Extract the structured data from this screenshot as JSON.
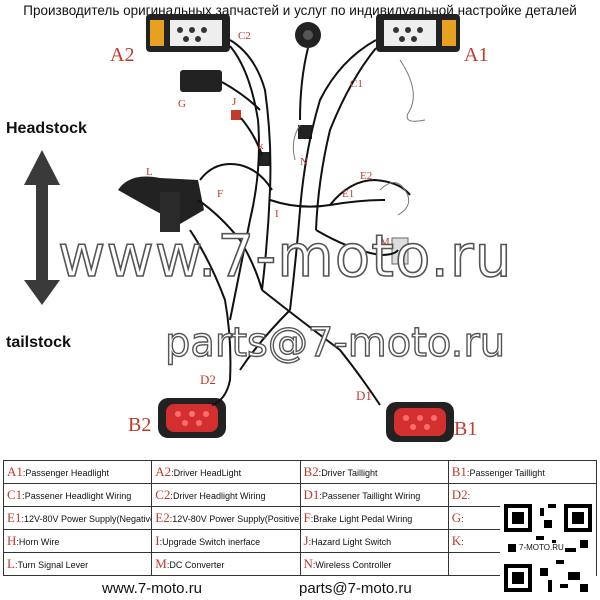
{
  "banner": "Производитель оригинальных запчастей и услуг по индивидуальной настройке деталей",
  "side": {
    "top": "Headstock",
    "bottom": "tailstock"
  },
  "labels": {
    "A2": "A2",
    "A1": "A1",
    "C2": "C2",
    "C1": "C1",
    "G": "G",
    "J": "J",
    "K": "k",
    "N": "N",
    "L": "L",
    "F": "F",
    "I": "I",
    "E2": "E2",
    "E1": "E1",
    "M": "M",
    "D2": "D2",
    "D1": "D1",
    "B2": "B2",
    "B1": "B1"
  },
  "watermark": {
    "main": "www.7-moto.ru",
    "email": "parts@7-moto.ru"
  },
  "legend": [
    [
      {
        "code": "A1",
        "text": "Passenger Headlight"
      },
      {
        "code": "A2",
        "text": "Driver HeadLight"
      },
      {
        "code": "B2",
        "text": "Driver Taillight"
      },
      {
        "code": "B1",
        "text": "Passenger Taillight"
      }
    ],
    [
      {
        "code": "C1",
        "text": "Passener Headlight Wiring"
      },
      {
        "code": "C2",
        "text": "Driver Headlight Wiring"
      },
      {
        "code": "D1",
        "text": "Passener Taillight Wiring"
      },
      {
        "code": "D2",
        "text": ""
      }
    ],
    [
      {
        "code": "E1",
        "text": "12V-80V Power Supply(Negative)"
      },
      {
        "code": "E2",
        "text": "12V-80V Power Supply(Positive)"
      },
      {
        "code": "F",
        "text": "Brake Light Pedal Wiring"
      },
      {
        "code": "G",
        "text": ""
      }
    ],
    [
      {
        "code": "H",
        "text": "Horn Wire"
      },
      {
        "code": "I",
        "text": "Upgrade Switch inerface"
      },
      {
        "code": "J",
        "text": "Hazard Light Switch"
      },
      {
        "code": "K",
        "text": ""
      }
    ],
    [
      {
        "code": "L",
        "text": "Turn Signal Lever"
      },
      {
        "code": "M",
        "text": "DC Converter"
      },
      {
        "code": "N",
        "text": "Wireless Controller"
      },
      {
        "code": "",
        "text": ""
      }
    ]
  ],
  "footer": {
    "left": "www.7-moto.ru",
    "right": "parts@7-moto.ru"
  },
  "qr_label": "7-MOTO.RU"
}
